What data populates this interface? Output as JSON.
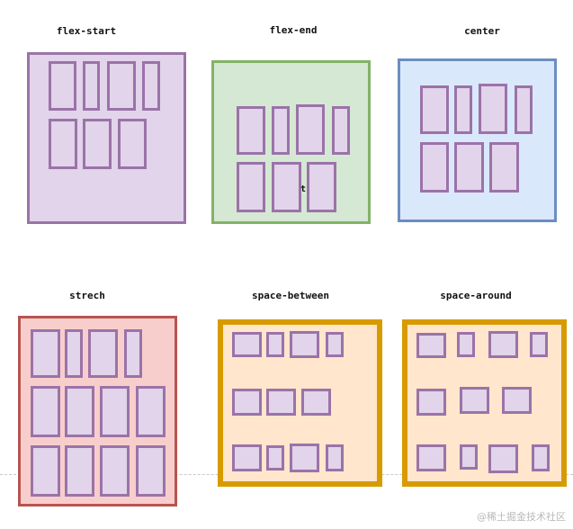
{
  "colors": {
    "item_border": "#9b73a8",
    "item_fill": "#e2d4ea",
    "purple_border": "#9b73a8",
    "purple_fill": "#e2d4ea",
    "green_border": "#82b366",
    "green_fill": "#d5e8d4",
    "blue_border": "#6c8ebf",
    "blue_fill": "#dae8fc",
    "red_border": "#b85450",
    "red_fill": "#f8cecc",
    "orange_border": "#d79b00",
    "orange_fill": "#ffe6cc"
  },
  "diagrams": [
    {
      "label": "flex-start"
    },
    {
      "label": "flex-end",
      "stray_text": "t"
    },
    {
      "label": "center"
    },
    {
      "label": "strech"
    },
    {
      "label": "space-between"
    },
    {
      "label": "space-around"
    }
  ],
  "watermark": "@稀土掘金技术社区"
}
